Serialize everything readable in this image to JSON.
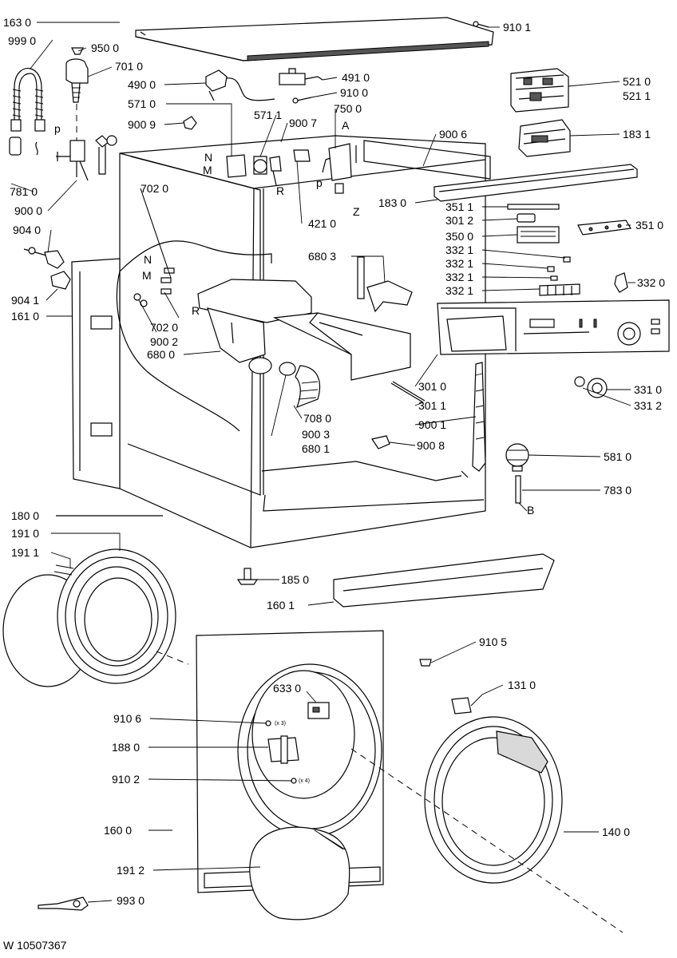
{
  "document_code": "W 10507367",
  "callouts": [
    {
      "id": "c1630",
      "label": "163 0"
    },
    {
      "id": "c9101",
      "label": "910 1"
    },
    {
      "id": "c9990",
      "label": "999 0"
    },
    {
      "id": "c9500",
      "label": "950 0"
    },
    {
      "id": "c7010",
      "label": "701 0"
    },
    {
      "id": "c4900",
      "label": "490 0"
    },
    {
      "id": "c4910",
      "label": "491 0"
    },
    {
      "id": "c5210",
      "label": "521 0"
    },
    {
      "id": "c5211",
      "label": "521 1"
    },
    {
      "id": "c9100",
      "label": "910 0"
    },
    {
      "id": "c5710",
      "label": "571 0"
    },
    {
      "id": "c7500",
      "label": "750 0"
    },
    {
      "id": "c5711",
      "label": "571 1"
    },
    {
      "id": "c9007",
      "label": "900 7"
    },
    {
      "id": "c9009",
      "label": "900 9"
    },
    {
      "id": "c9006",
      "label": "900 6"
    },
    {
      "id": "c1831",
      "label": "183 1"
    },
    {
      "id": "c7810",
      "label": "781 0"
    },
    {
      "id": "c7020a",
      "label": "702 0"
    },
    {
      "id": "c9000",
      "label": "900 0"
    },
    {
      "id": "c1830",
      "label": "183 0"
    },
    {
      "id": "c3511",
      "label": "351 1"
    },
    {
      "id": "c4210",
      "label": "421 0"
    },
    {
      "id": "c3012",
      "label": "301 2"
    },
    {
      "id": "c9040",
      "label": "904 0"
    },
    {
      "id": "c3510",
      "label": "351 0"
    },
    {
      "id": "c3500",
      "label": "350 0"
    },
    {
      "id": "c3321a",
      "label": "332 1"
    },
    {
      "id": "c6803",
      "label": "680 3"
    },
    {
      "id": "c3321b",
      "label": "332 1"
    },
    {
      "id": "c3321c",
      "label": "332 1"
    },
    {
      "id": "c3320",
      "label": "332 0"
    },
    {
      "id": "c3321d",
      "label": "332 1"
    },
    {
      "id": "c9041",
      "label": "904 1"
    },
    {
      "id": "c1610",
      "label": "161 0"
    },
    {
      "id": "c7020b",
      "label": "702 0"
    },
    {
      "id": "c9002",
      "label": "900 2"
    },
    {
      "id": "c6800",
      "label": "680 0"
    },
    {
      "id": "c3010",
      "label": "301 0"
    },
    {
      "id": "c3310",
      "label": "331 0"
    },
    {
      "id": "c3011",
      "label": "301 1"
    },
    {
      "id": "c3312",
      "label": "331 2"
    },
    {
      "id": "c7080",
      "label": "708 0"
    },
    {
      "id": "c9001",
      "label": "900 1"
    },
    {
      "id": "c9003",
      "label": "900 3"
    },
    {
      "id": "c6801",
      "label": "680 1"
    },
    {
      "id": "c9008",
      "label": "900 8"
    },
    {
      "id": "c5810",
      "label": "581 0"
    },
    {
      "id": "c7830",
      "label": "783 0"
    },
    {
      "id": "c1800",
      "label": "180 0"
    },
    {
      "id": "c1910",
      "label": "191 0"
    },
    {
      "id": "c1911",
      "label": "191 1"
    },
    {
      "id": "c1850",
      "label": "185 0"
    },
    {
      "id": "c1601",
      "label": "160 1"
    },
    {
      "id": "c9105",
      "label": "910 5"
    },
    {
      "id": "c6330",
      "label": "633 0"
    },
    {
      "id": "c1310",
      "label": "131 0"
    },
    {
      "id": "c9106",
      "label": "910 6"
    },
    {
      "id": "c1880",
      "label": "188 0"
    },
    {
      "id": "c9102",
      "label": "910 2"
    },
    {
      "id": "c1600",
      "label": "160 0"
    },
    {
      "id": "c1400",
      "label": "140 0"
    },
    {
      "id": "c1912",
      "label": "191 2"
    },
    {
      "id": "c9930",
      "label": "993 0"
    }
  ],
  "connector_letters": [
    {
      "id": "lA",
      "label": "A"
    },
    {
      "id": "lN1",
      "label": "N"
    },
    {
      "id": "lM1",
      "label": "M"
    },
    {
      "id": "lR1",
      "label": "R"
    },
    {
      "id": "lP1",
      "label": "p"
    },
    {
      "id": "lP2",
      "label": "p"
    },
    {
      "id": "lZ",
      "label": "Z"
    },
    {
      "id": "lN2",
      "label": "N"
    },
    {
      "id": "lM2",
      "label": "M"
    },
    {
      "id": "lR2",
      "label": "R"
    },
    {
      "id": "lB",
      "label": "B"
    }
  ],
  "small_notes": [
    {
      "id": "nx3",
      "label": "(x 3)"
    },
    {
      "id": "nx4",
      "label": "(x 4)"
    }
  ]
}
